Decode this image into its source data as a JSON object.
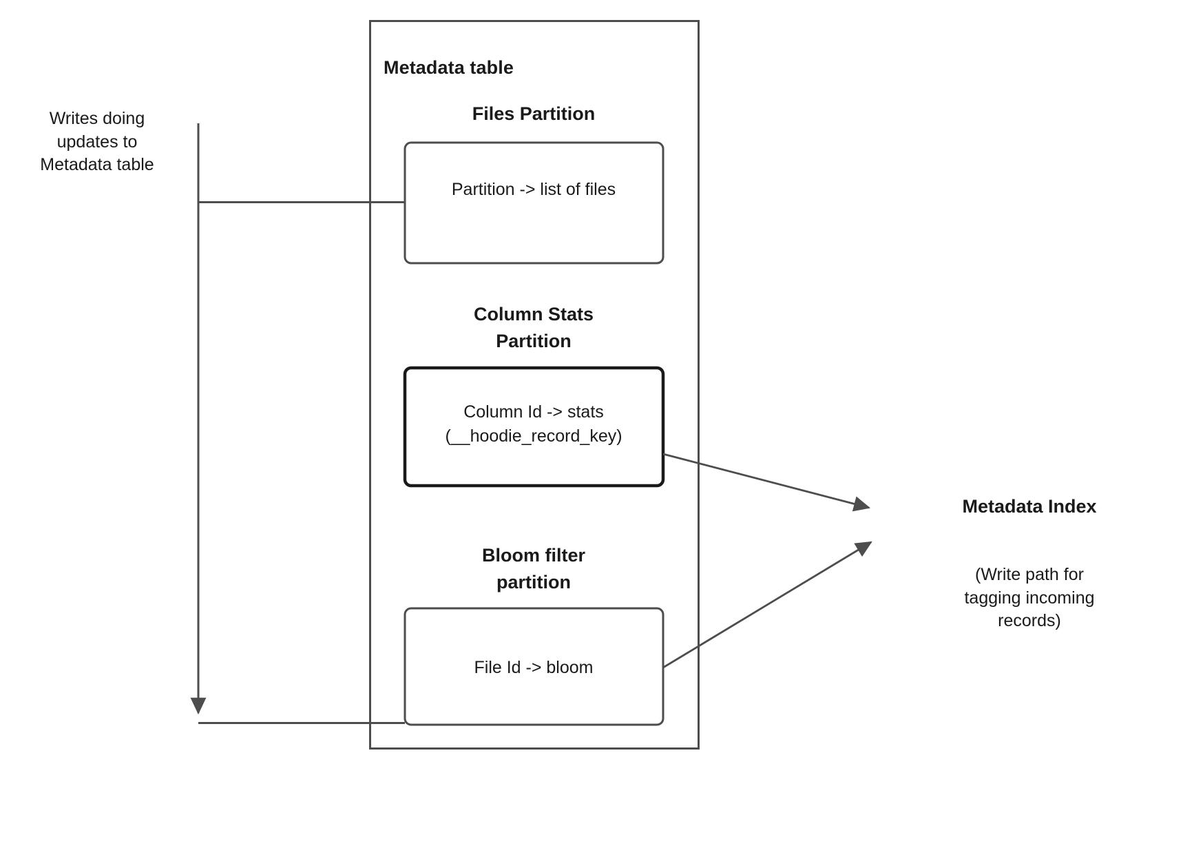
{
  "diagram": {
    "title": "Metadata table",
    "left_annotation": "Writes doing\nupdates to\nMetadata table",
    "container_label": "Metadata table",
    "partitions": [
      {
        "id": "files",
        "heading": "Files Partition",
        "box_text": "Partition -> list of files"
      },
      {
        "id": "column-stats",
        "heading": "Column Stats\nPartition",
        "box_text": "Column Id  -> stats\n(__hoodie_record_key)"
      },
      {
        "id": "bloom-filter",
        "heading": "Bloom filter\npartition",
        "box_text": "File Id -> bloom"
      }
    ],
    "right_node": {
      "title": "Metadata Index",
      "caption": "(Write path for\ntagging incoming\nrecords)"
    },
    "colors": {
      "stroke": "#4d4d4d",
      "stroke_dark": "#1a1a1a",
      "text": "#1a1a1a",
      "background": "#ffffff"
    }
  }
}
